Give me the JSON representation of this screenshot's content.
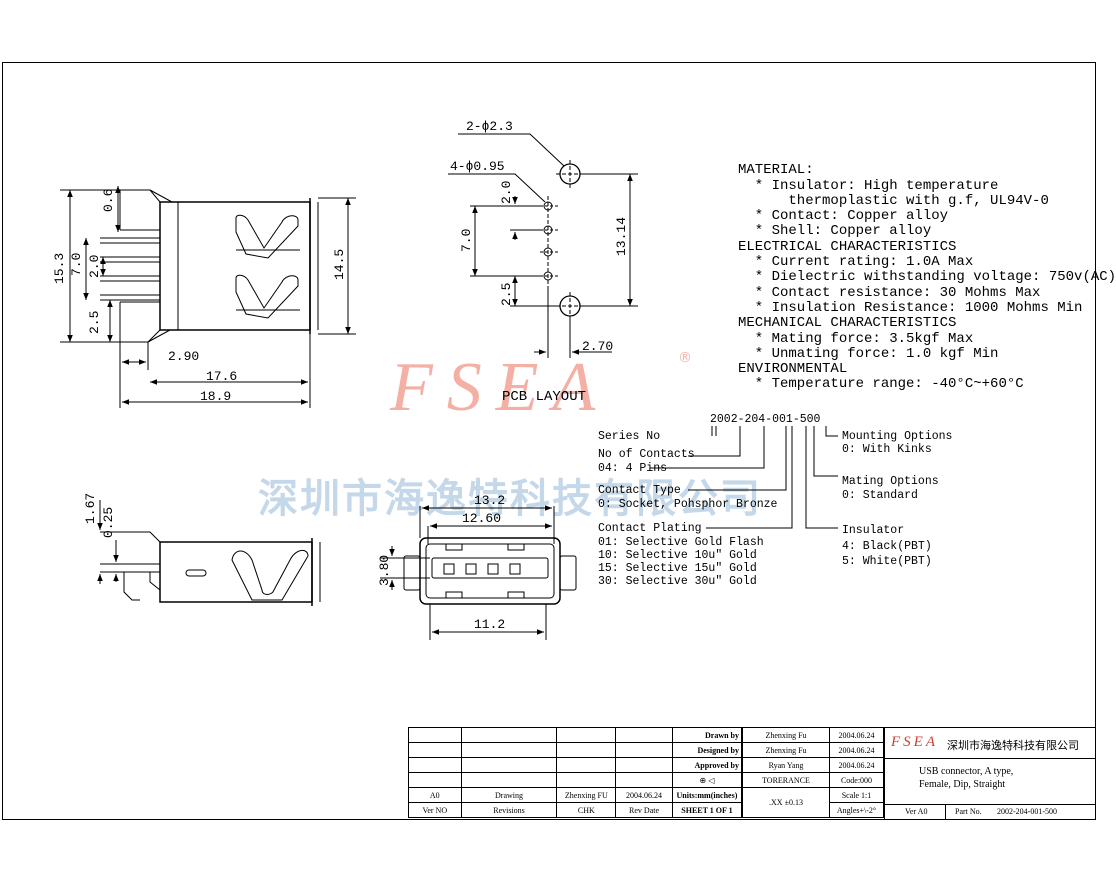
{
  "watermark": {
    "logo": "FSEA",
    "reg_mark": "®",
    "company_cn": "深圳市海逸特科技有限公司"
  },
  "front_view": {
    "dims": {
      "d06": "0.6",
      "d153": "15.3",
      "d70": "7.0",
      "d20": "2.0",
      "d25": "2.5",
      "d145": "14.5",
      "d290": "2.90",
      "d176": "17.6",
      "d189": "18.9"
    }
  },
  "pcb": {
    "hole_large": "2-ϕ2.3",
    "hole_small": "4-ϕ0.95",
    "dims": {
      "d20": "2.0",
      "d70": "7.0",
      "d25": "2.5",
      "d1314": "13.14",
      "d270": "2.70"
    },
    "label": "PCB LAYOUT"
  },
  "side_view": {
    "dims": {
      "d167": "1.67",
      "d025": "0.25"
    }
  },
  "end_view": {
    "dims": {
      "d132": "13.2",
      "d1260": "12.60",
      "d380": "3.80",
      "d112": "11.2"
    }
  },
  "specs": [
    "MATERIAL:",
    "  * Insulator: High temperature",
    "      thermoplastic with g.f, UL94V-0",
    "  * Contact: Copper alloy",
    "  * Shell: Copper alloy",
    "ELECTRICAL CHARACTERISTICS",
    "  * Current rating: 1.0A Max",
    "  * Dielectric withstanding voltage: 750v(AC)",
    "  * Contact resistance: 30 Mohms Max",
    "  * Insulation Resistance: 1000 Mohms Min",
    "MECHANICAL CHARACTERISTICS",
    "  * Mating force: 3.5kgf Max",
    "  * Unmating force: 1.0 kgf Min",
    "ENVIRONMENTAL",
    "  * Temperature range: -40°C~+60°C"
  ],
  "part_number": {
    "code": "2002-204-001-500",
    "series": "Series No",
    "contacts_title": "No of Contacts",
    "contacts_value": "04: 4 Pins",
    "type_title": "Contact Type",
    "type_value": "0: Socket, Pohsphor Bronze",
    "plating_title": "Contact Plating",
    "plating_values": [
      "01: Selective Gold Flash",
      "10: Selective 10u\" Gold",
      "15: Selective 15u\" Gold",
      "30: Selective 30u\" Gold"
    ],
    "mounting_title": "Mounting Options",
    "mounting_value": "0: With Kinks",
    "mating_title": "Mating Options",
    "mating_value": "0: Standard",
    "insulator_title": "Insulator",
    "insulator_values": [
      "4: Black(PBT)",
      "5: White(PBT)"
    ]
  },
  "title_block": {
    "rev_row": [
      "A0",
      "Drawing",
      "Zhenxing FU",
      "2004.06.24"
    ],
    "header_row": [
      "Ver NO",
      "Revisions",
      "CHK",
      "Rev Date"
    ],
    "drawn_label": "Drawn  by",
    "drawn_name": "Zhenxing Fu",
    "drawn_date": "2004.06.24",
    "designed_label": "Designed by",
    "designed_name": "Zhenxing Fu",
    "designed_date": "2004.06.24",
    "approved_label": "Approved by",
    "approved_name": "Ryan Yang",
    "approved_date": "2004.06.24",
    "units": "Units:mm(inches)",
    "sheet": "SHEET 1 OF 1",
    "tolerance_label": "TORERANCE",
    "tolerance_value": ".XX  ±0.13",
    "code": "Code:000",
    "scale": "Scale 1:1",
    "angles": "Angles+\\-2°",
    "logo": "FSEA",
    "company": "深圳市海逸特科技有限公司",
    "desc_line1": "USB connector, A type,",
    "desc_line2": "Female, Dip, Straight",
    "ver": "Ver A0",
    "part_label": "Part No.",
    "part_value": "2002-204-001-500"
  }
}
